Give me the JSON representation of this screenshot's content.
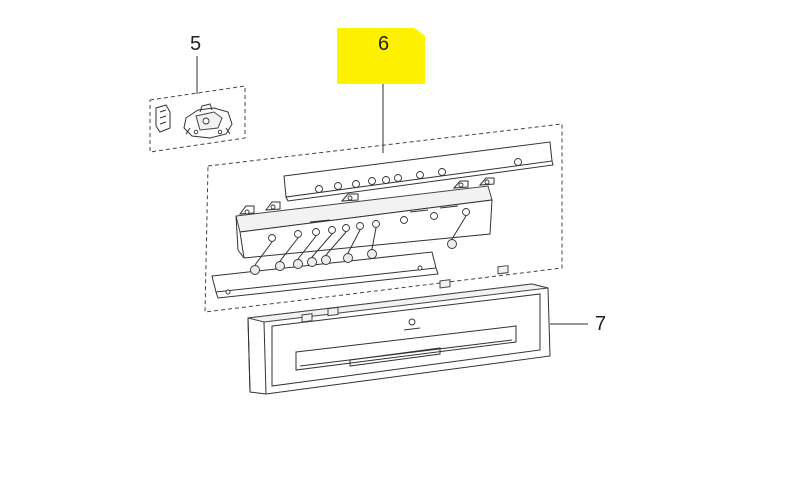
{
  "callouts": {
    "part5": "5",
    "part6": "6",
    "part7": "7"
  },
  "colors": {
    "highlight": "#fff200",
    "line": "#333333"
  }
}
